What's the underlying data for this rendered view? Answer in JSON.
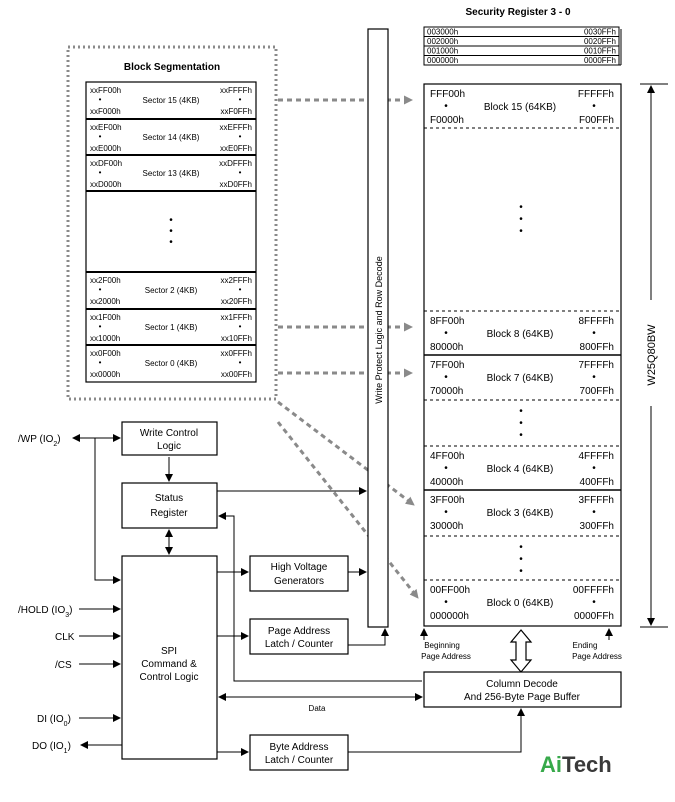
{
  "security_register": {
    "title": "Security Register 3 - 0",
    "rows": [
      {
        "start": "003000h",
        "end": "0030FFh"
      },
      {
        "start": "002000h",
        "end": "0020FFh"
      },
      {
        "start": "001000h",
        "end": "0010FFh"
      },
      {
        "start": "000000h",
        "end": "0000FFh"
      }
    ]
  },
  "block_segmentation": {
    "title": "Block Segmentation",
    "sectors": [
      {
        "top": "xxFF00h",
        "bottom": "xxF000h",
        "label": "Sector 15 (4KB)",
        "top_end": "xxFFFFh",
        "bottom_end": "xxF0FFh"
      },
      {
        "top": "xxEF00h",
        "bottom": "xxE000h",
        "label": "Sector 14 (4KB)",
        "top_end": "xxEFFFh",
        "bottom_end": "xxE0FFh"
      },
      {
        "top": "xxDF00h",
        "bottom": "xxD000h",
        "label": "Sector 13 (4KB)",
        "top_end": "xxDFFFh",
        "bottom_end": "xxD0FFh"
      },
      {
        "top": "xx2F00h",
        "bottom": "xx2000h",
        "label": "Sector 2 (4KB)",
        "top_end": "xx2FFFh",
        "bottom_end": "xx20FFh"
      },
      {
        "top": "xx1F00h",
        "bottom": "xx1000h",
        "label": "Sector 1 (4KB)",
        "top_end": "xx1FFFh",
        "bottom_end": "xx10FFh"
      },
      {
        "top": "xx0F00h",
        "bottom": "xx0000h",
        "label": "Sector 0 (4KB)",
        "top_end": "xx0FFFh",
        "bottom_end": "xx00FFh"
      }
    ],
    "bullet": "•"
  },
  "memory_blocks": [
    {
      "top": "FFF00h",
      "bottom": "F0000h",
      "label": "Block 15 (64KB)",
      "top_end": "FFFFFh",
      "bottom_end": "F00FFh"
    },
    {
      "top": "8FF00h",
      "bottom": "80000h",
      "label": "Block 8 (64KB)",
      "top_end": "8FFFFh",
      "bottom_end": "800FFh"
    },
    {
      "top": "7FF00h",
      "bottom": "70000h",
      "label": "Block 7 (64KB)",
      "top_end": "7FFFFh",
      "bottom_end": "700FFh"
    },
    {
      "top": "4FF00h",
      "bottom": "40000h",
      "label": "Block 4 (64KB)",
      "top_end": "4FFFFh",
      "bottom_end": "400FFh"
    },
    {
      "top": "3FF00h",
      "bottom": "30000h",
      "label": "Block 3 (64KB)",
      "top_end": "3FFFFh",
      "bottom_end": "300FFh"
    },
    {
      "top": "00FF00h",
      "bottom": "000000h",
      "label": "Block 0 (64KB)",
      "top_end": "00FFFFh",
      "bottom_end": "0000FFh"
    }
  ],
  "chip_label": "W25Q80BW",
  "decode_bar": "Write Protect Logic and Row Decode",
  "blocks": {
    "write_control": [
      "Write Control",
      "Logic"
    ],
    "status_register": [
      "Status",
      "Register"
    ],
    "high_voltage": [
      "High Voltage",
      "Generators"
    ],
    "page_address": [
      "Page Address",
      "Latch / Counter"
    ],
    "spi": [
      "SPI",
      "Command &",
      "Control Logic"
    ],
    "byte_address": [
      "Byte Address",
      "Latch / Counter"
    ],
    "column_decode": [
      "Column Decode",
      "And 256-Byte Page Buffer"
    ]
  },
  "pins": {
    "wp": "/WP (IO2)",
    "hold": "/HOLD (IO3)",
    "clk": "CLK",
    "cs": "/CS",
    "di": "DI (IO0)",
    "do": "DO (IO1)"
  },
  "labels": {
    "beginning_page": [
      "Beginning",
      "Page Address"
    ],
    "ending_page": [
      "Ending",
      "Page Address"
    ],
    "data": "Data"
  },
  "logo": {
    "text": "AiTech",
    "color_main": "#3a3a3a",
    "color_accent": "#37a94a"
  }
}
